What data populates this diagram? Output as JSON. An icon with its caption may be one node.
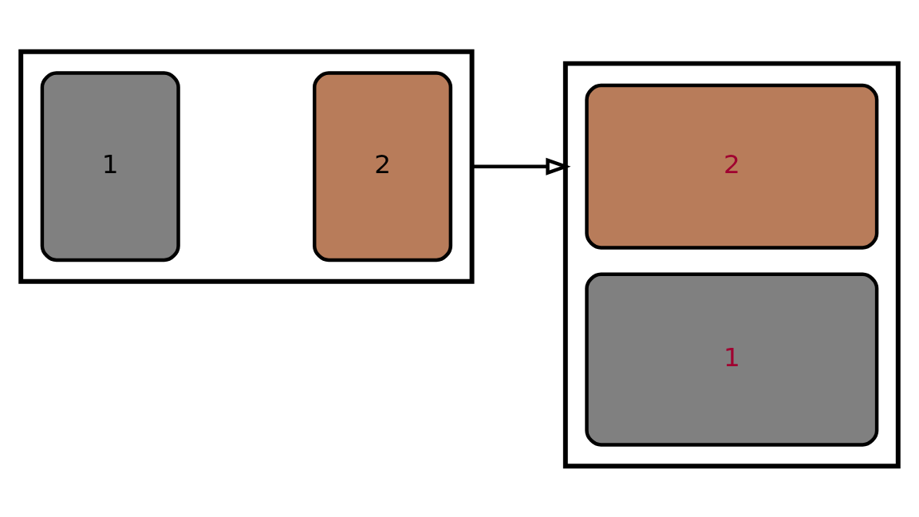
{
  "diagram": {
    "nodes": [
      {
        "text": [],
        "shape": "box"
      },
      {
        "text": [
          "1"
        ],
        "in": 0
      },
      {
        "text": [
          "2"
        ],
        "in": 0
      },
      {
        "text": [],
        "shape": "box"
      },
      {
        "text": [
          "2"
        ],
        "in": 3
      },
      {
        "text": [
          "1"
        ],
        "in": 3
      }
    ],
    "edges": [
      {
        "from": 0,
        "to": 3,
        "arrow": "to"
      }
    ]
  }
}
